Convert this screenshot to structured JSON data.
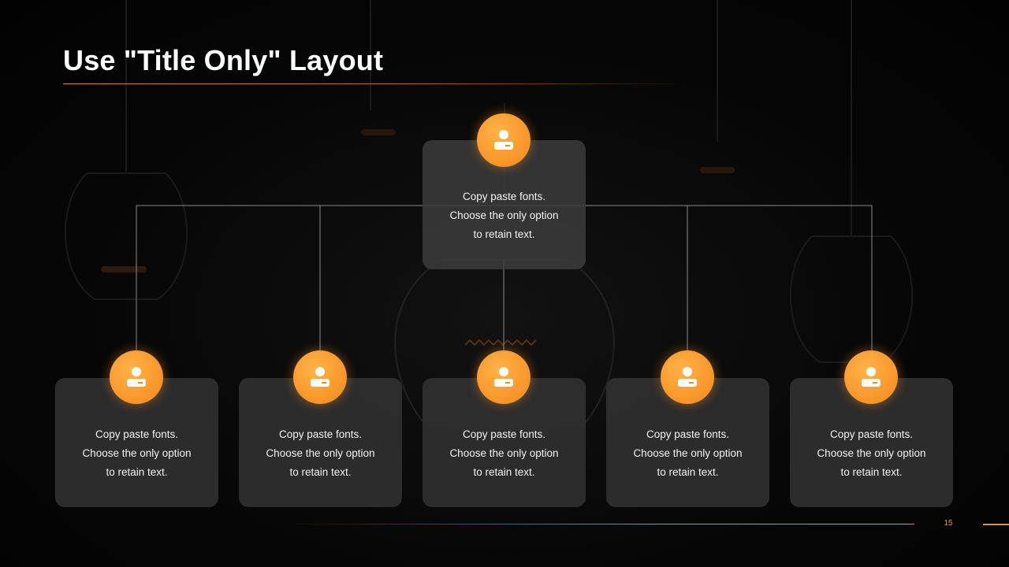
{
  "slide": {
    "title": "Use \"Title Only\" Layout",
    "page_number": "15",
    "accent_color": "#fb9a2e",
    "top_card": {
      "icon": "user-icon",
      "lines": [
        "Copy paste fonts.",
        "Choose the only option",
        "to retain text."
      ]
    },
    "bottom_cards": [
      {
        "icon": "user-icon",
        "lines": [
          "Copy paste fonts.",
          "Choose the only option",
          "to retain text."
        ]
      },
      {
        "icon": "user-icon",
        "lines": [
          "Copy paste fonts.",
          "Choose the only option",
          "to retain text."
        ]
      },
      {
        "icon": "user-icon",
        "lines": [
          "Copy paste fonts.",
          "Choose the only option",
          "to retain text."
        ]
      },
      {
        "icon": "user-icon",
        "lines": [
          "Copy paste fonts.",
          "Choose the only option",
          "to retain text."
        ]
      },
      {
        "icon": "user-icon",
        "lines": [
          "Copy paste fonts.",
          "Choose the only option",
          "to retain text."
        ]
      }
    ]
  }
}
